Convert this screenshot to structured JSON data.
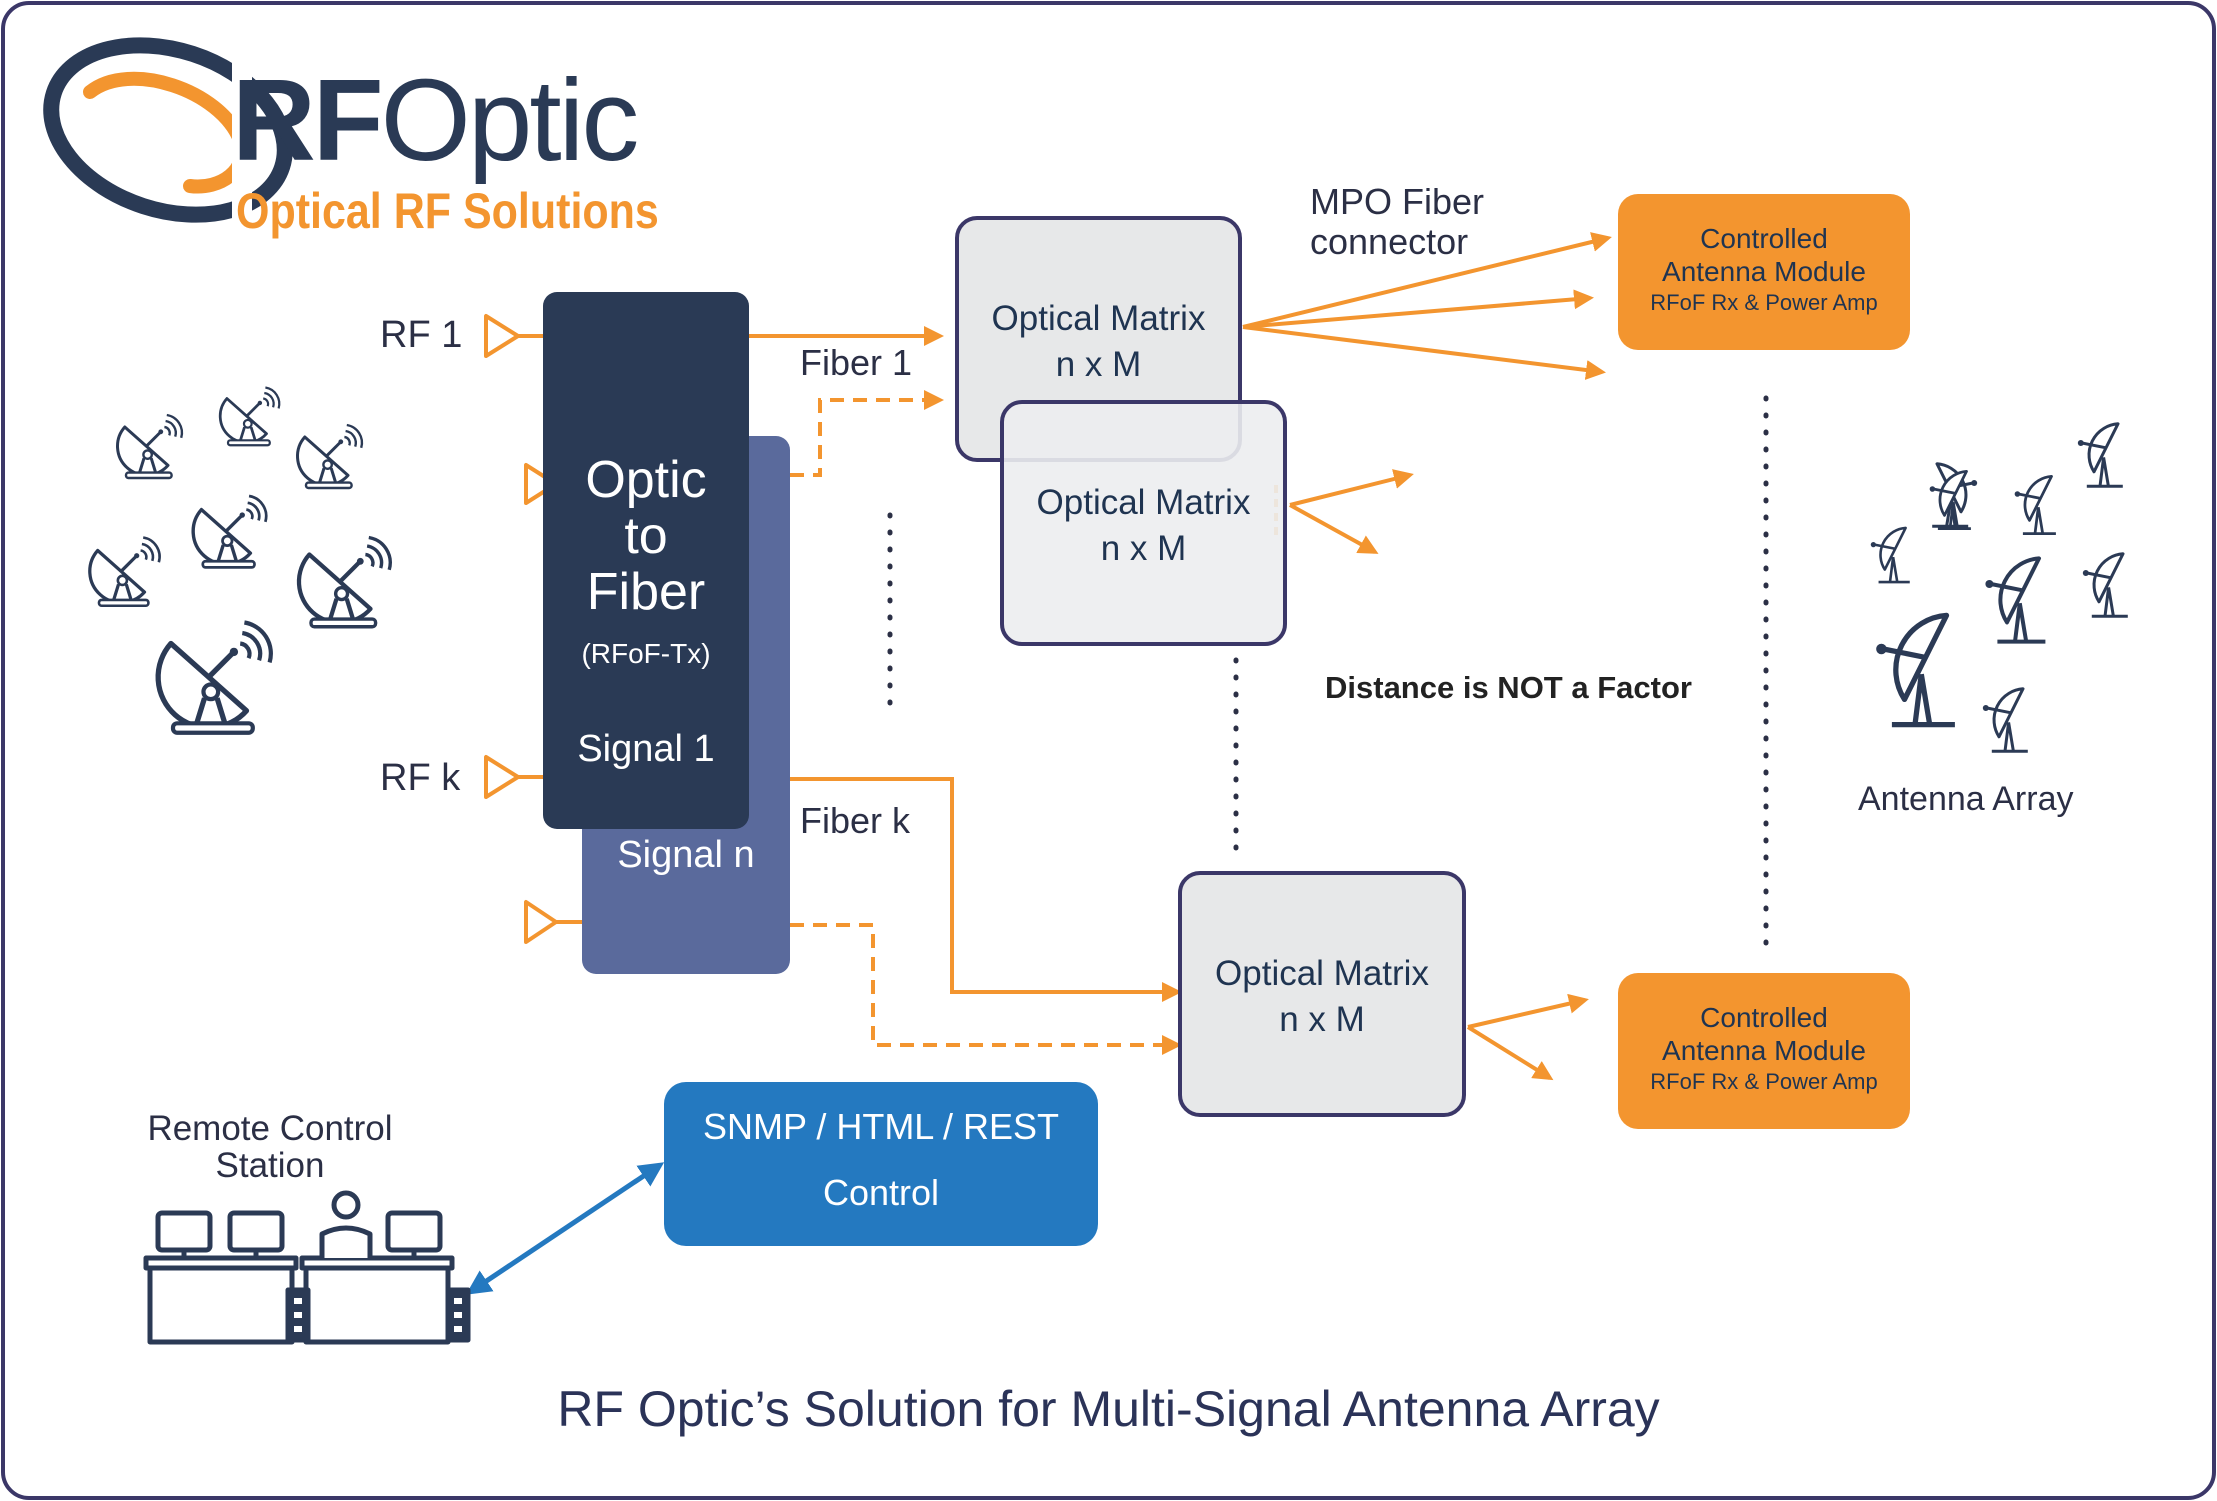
{
  "logo": {
    "wordmark": "RFOptic",
    "wordmark_rf": "RF",
    "wordmark_optic": "Optic",
    "tagline": "Optical RF Solutions"
  },
  "inputs": {
    "rf1": "RF 1",
    "rfk": "RF k"
  },
  "transmitter_front": {
    "line1": "Optic",
    "line2": "to",
    "line3": "Fiber",
    "sub": "(RFoF-Tx)",
    "signal": "Signal 1"
  },
  "transmitter_back": {
    "signal": "Signal n"
  },
  "fibers": {
    "fiber1": "Fiber 1",
    "fiberk": "Fiber k"
  },
  "matrix_top": {
    "line1": "Optical Matrix",
    "line2": "n x M"
  },
  "matrix_mid": {
    "line1": "Optical Matrix",
    "line2": "n x M"
  },
  "matrix_bottom": {
    "line1": "Optical Matrix",
    "line2": "n x M"
  },
  "mpo": {
    "line1": "MPO Fiber",
    "line2": "connector"
  },
  "antenna_module_top": {
    "line1": "Controlled",
    "line2": "Antenna Module",
    "line3": "RFoF Rx & Power Amp"
  },
  "antenna_module_bottom": {
    "line1": "Controlled",
    "line2": "Antenna Module",
    "line3": "RFoF Rx & Power Amp"
  },
  "distance_note": "Distance is NOT a Factor",
  "antenna_array_label": "Antenna Array",
  "remote_station": {
    "line1": "Remote Control",
    "line2": "Station"
  },
  "control_box": {
    "line1": "SNMP / HTML / REST",
    "line2": "Control"
  },
  "caption": "RF Optic’s Solution for Multi-Signal Antenna Array",
  "colors": {
    "navy": "#2a3a55",
    "slate_blue": "#5a6a9c",
    "orange": "#f3952f",
    "control_blue": "#2479c0",
    "matrix_border": "#3b3768",
    "matrix_fill": "#e7e8e9",
    "frame": "#3b3768"
  },
  "icons": [
    "satellite-dish-icon",
    "operator-desk-icon",
    "double-arrow-icon",
    "amplifier-triangle-icon"
  ]
}
